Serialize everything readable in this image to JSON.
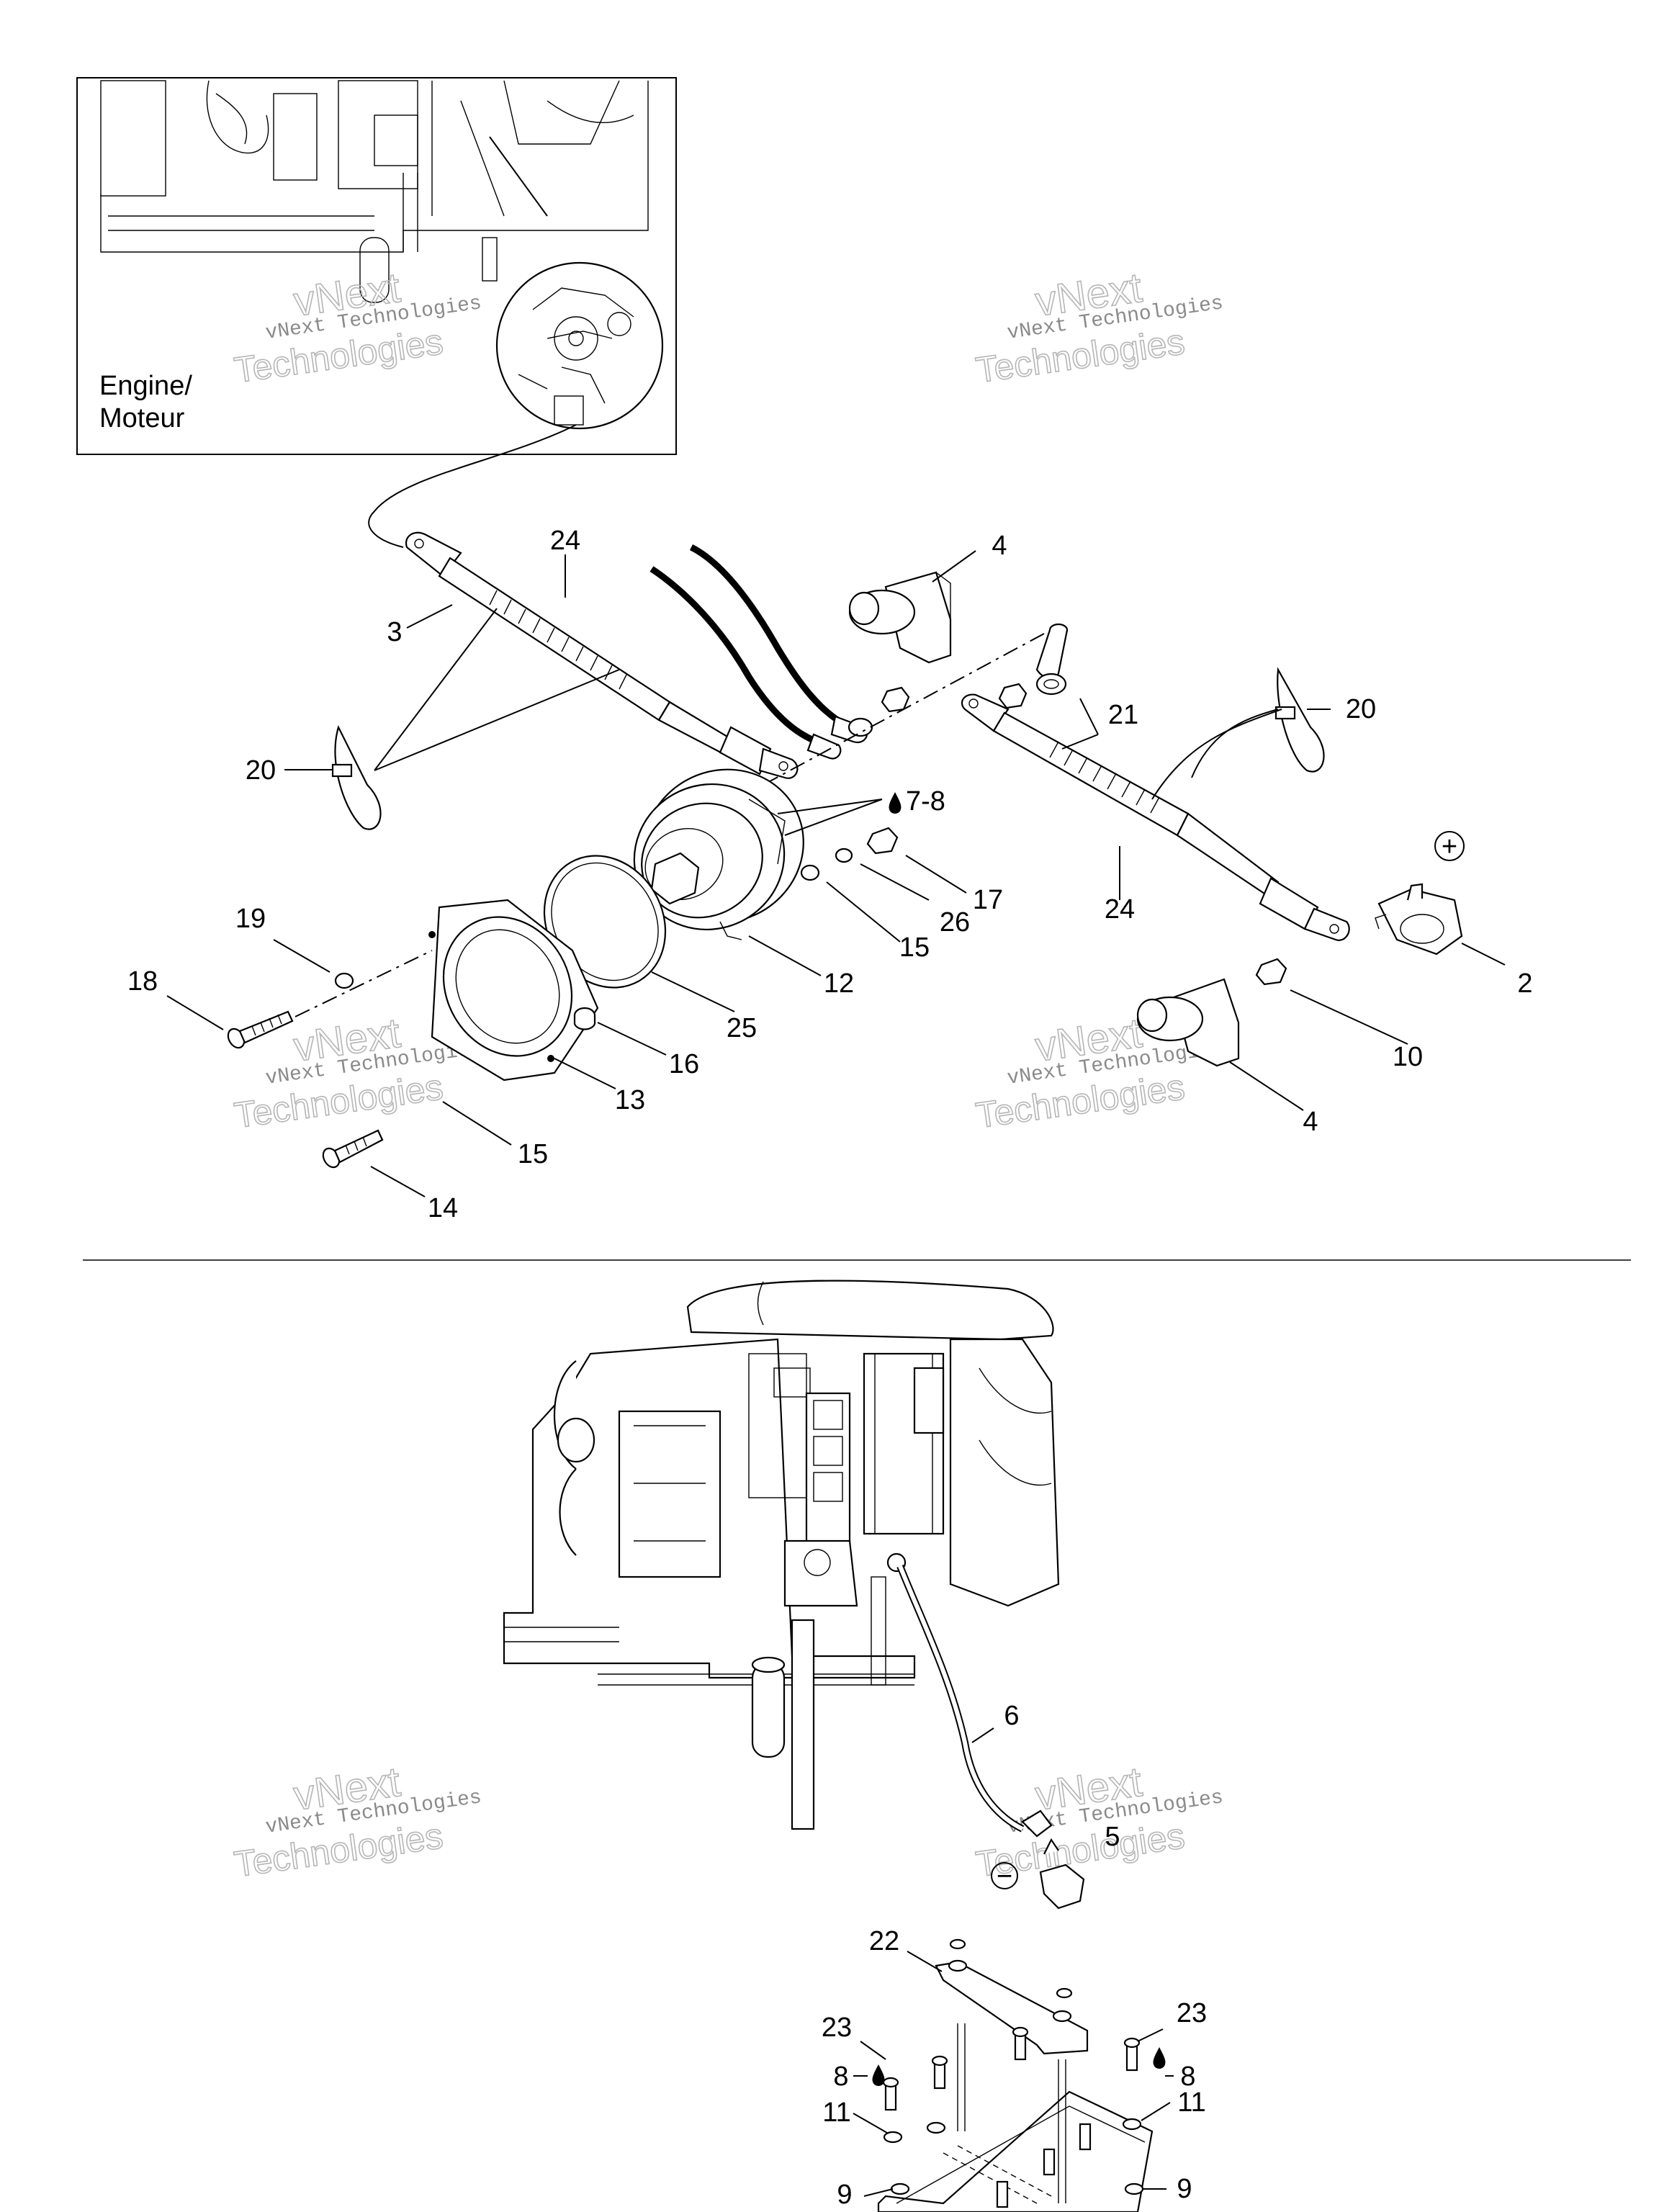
{
  "inset": {
    "caption_line1": "Engine/",
    "caption_line2": "Moteur"
  },
  "watermark": {
    "line1": "vNext Technologies",
    "line2": "vNext",
    "line3": "Technologies"
  },
  "callouts": {
    "c24a": "24",
    "c4a": "4",
    "c3": "3",
    "c21": "21",
    "c20a": "20",
    "c20b": "20",
    "c78": "7-8",
    "c17": "17",
    "c26": "26",
    "c15a": "15",
    "c12": "12",
    "c24b": "24",
    "c2": "2",
    "c19": "19",
    "c18": "18",
    "c25": "25",
    "c16": "16",
    "c13": "13",
    "c10": "10",
    "c4b": "4",
    "c15b": "15",
    "c14": "14",
    "c6": "6",
    "c5": "5",
    "c22": "22",
    "c23a": "23",
    "c23b": "23",
    "c8a": "8",
    "c8b": "8",
    "c11a": "11",
    "c11b": "11",
    "c9a": "9",
    "c9b": "9"
  },
  "symbols": {
    "plus": "+",
    "minus": "−"
  }
}
